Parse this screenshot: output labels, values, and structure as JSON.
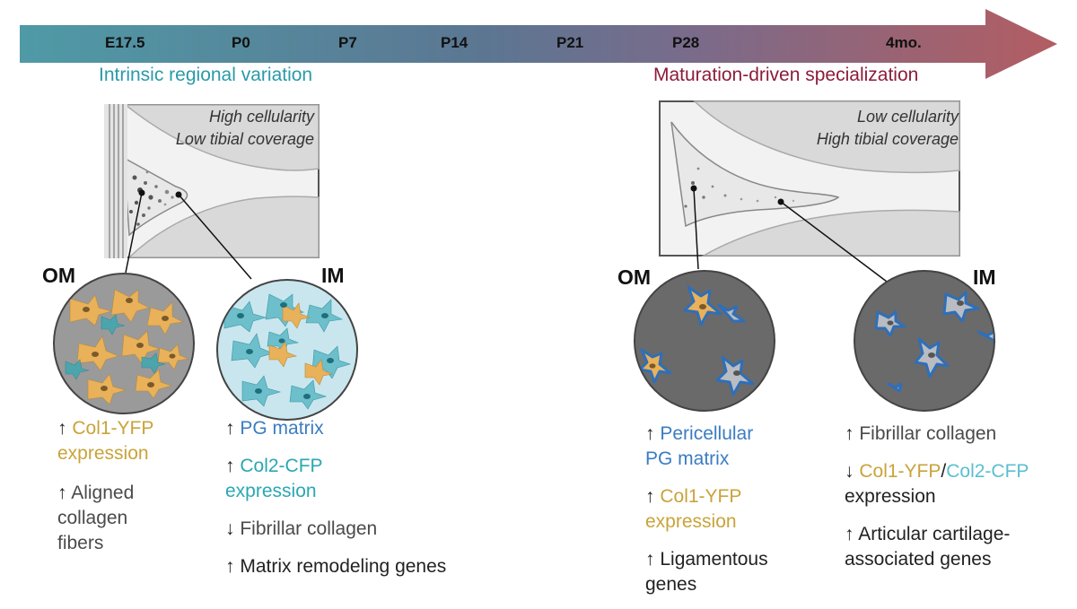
{
  "timeline": {
    "ticks": [
      "E17.5",
      "P0",
      "P7",
      "P14",
      "P21",
      "P28",
      "4mo."
    ],
    "arrow_gradient": [
      "#4f9aa6",
      "#6a6e92",
      "#b35d62"
    ]
  },
  "phases": {
    "left": {
      "label": "Intrinsic regional variation",
      "color": "#2a9aa8"
    },
    "right": {
      "label": "Maturation-driven specialization",
      "color": "#8c1c3a"
    }
  },
  "left_panel": {
    "caption_line1": "High cellularity",
    "caption_line2": "Low tibial coverage",
    "om_label": "OM",
    "im_label": "IM",
    "om_notes": [
      {
        "arrow": "↑",
        "lines": [
          "Col1-YFP",
          "expression"
        ],
        "tone": "yfp"
      },
      {
        "arrow": "↑",
        "lines": [
          "Aligned",
          "collagen",
          "fibers"
        ],
        "tone": "gray"
      }
    ],
    "im_notes": [
      {
        "arrow": "↑",
        "lines": [
          "PG matrix"
        ],
        "tone": "pg"
      },
      {
        "arrow": "↑",
        "lines": [
          "Col2-CFP",
          "expression"
        ],
        "tone": "cfp"
      },
      {
        "arrow": "↓",
        "lines": [
          "Fibrillar collagen"
        ],
        "tone": "gray"
      },
      {
        "arrow": "↑",
        "lines": [
          "Matrix remodeling genes"
        ],
        "tone": "dark"
      }
    ]
  },
  "right_panel": {
    "caption_line1": "Low cellularity",
    "caption_line2": "High tibial coverage",
    "om_label": "OM",
    "im_label": "IM",
    "om_notes": [
      {
        "arrow": "↑",
        "lines": [
          "Pericellular",
          "PG matrix"
        ],
        "tone": "pg"
      },
      {
        "arrow": "↑",
        "lines": [
          "Col1-YFP",
          "expression"
        ],
        "tone": "yfp"
      },
      {
        "arrow": "↑",
        "lines": [
          "Ligamentous",
          "genes"
        ],
        "tone": "dark"
      }
    ],
    "im_notes_1": {
      "arrow": "↑",
      "text": "Fibrillar collagen"
    },
    "im_notes_2": {
      "arrow": "↓",
      "part1": "Col1-YFP",
      "sep": "/",
      "part2": "Col2-CFP",
      "line2": "expression"
    },
    "im_notes_3": {
      "arrow": "↑",
      "lines": [
        "Articular cartilage-",
        "associated genes"
      ]
    }
  },
  "colors": {
    "yfp": "#c9a33a",
    "cfp": "#2aa7b3",
    "pg": "#3b7cc2",
    "cell_orange": "#e8b15a",
    "cell_teal": "#3fa7b1",
    "cell_blue": "#2f6fb8",
    "cell_gray": "#b9bcc2"
  }
}
